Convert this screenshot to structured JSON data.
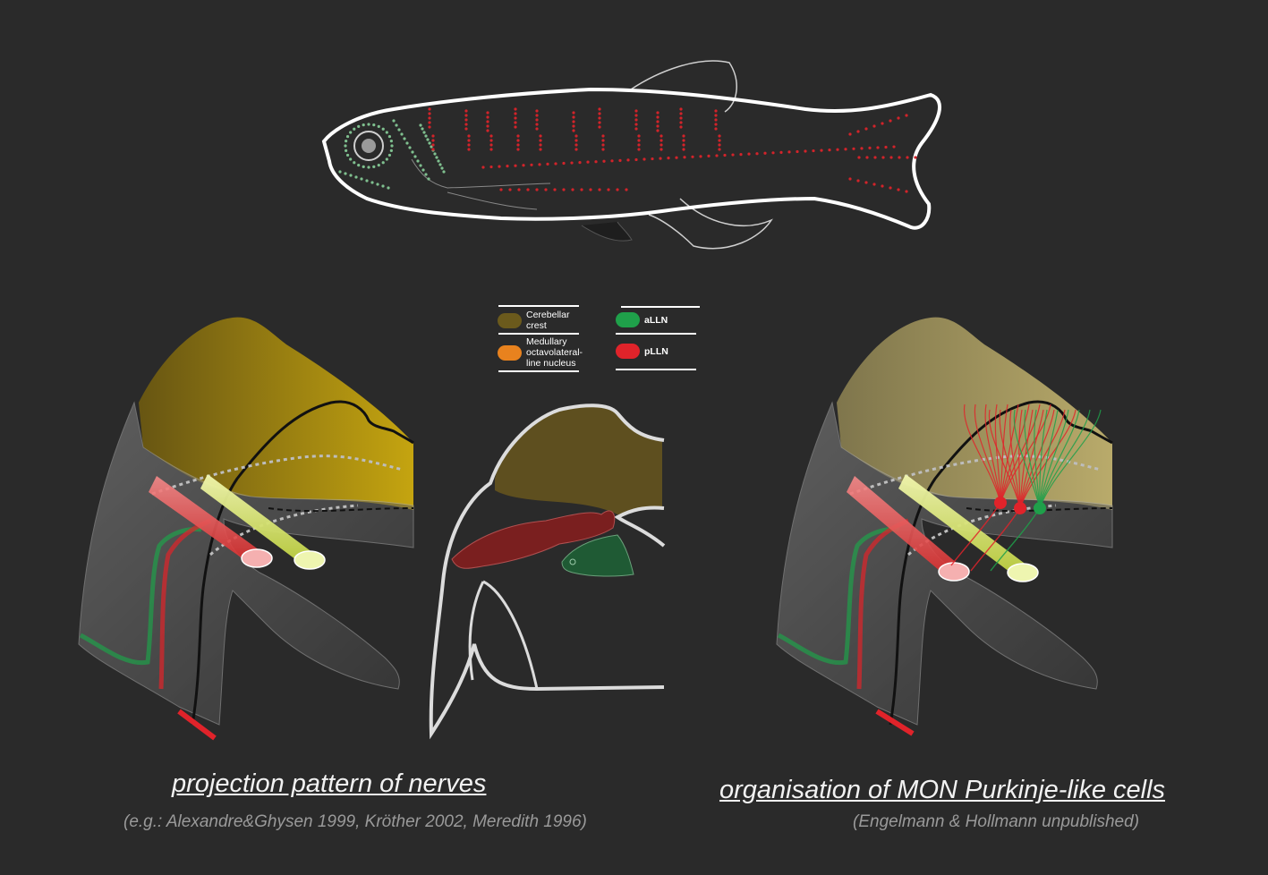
{
  "legend": {
    "items": [
      {
        "label": "Cerebellar\ncrest",
        "color": "#6b5a1c"
      },
      {
        "label": "Medullary\noctavolateral-\nline nucleus",
        "color": "#e8821e"
      },
      {
        "label": "aLLN",
        "color": "#1fa04a"
      },
      {
        "label": "pLLN",
        "color": "#e0232a"
      }
    ]
  },
  "captions": {
    "left_title": "projection pattern of nerves",
    "left_ref": "(e.g.: Alexandre&Ghysen 1999, Kröther 2002, Meredith 1996)",
    "right_title": "organisation of MON Purkinje-like cells",
    "right_ref": "(Engelmann & Hollmann unpublished)"
  },
  "colors": {
    "background": "#2a2a2a",
    "cerebellar_crest": "#6b5a1c",
    "mon": "#e8821e",
    "alln": "#1fa04a",
    "plln": "#e0232a",
    "outline": "#ffffff"
  }
}
